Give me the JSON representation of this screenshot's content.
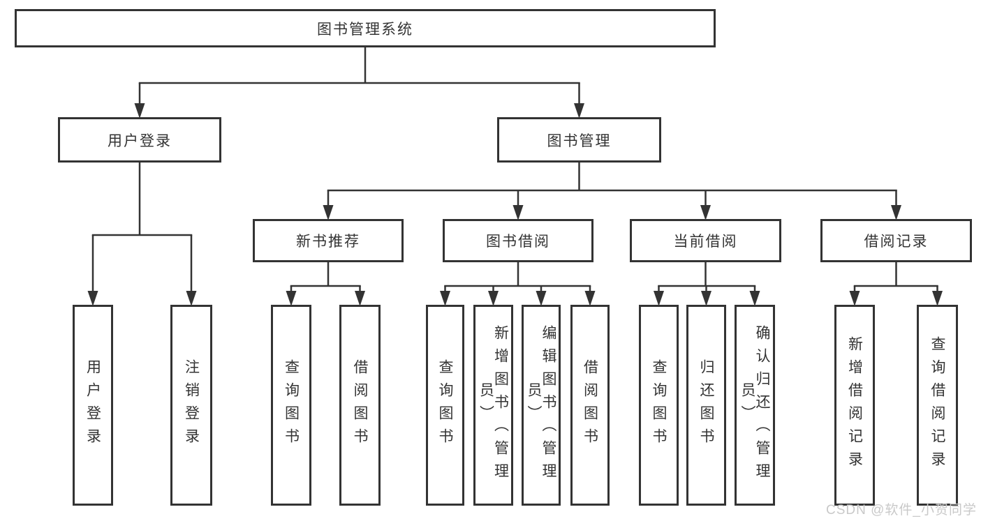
{
  "diagram": {
    "title": "图书管理系统",
    "watermark": "CSDN @软件_小贺同学",
    "colors": {
      "line": "#333333",
      "box_border": "#333333",
      "box_fill": "#ffffff",
      "text": "#333333",
      "watermark": "#c9c9c9"
    },
    "nodes": [
      {
        "id": "root",
        "label": "图书管理系统",
        "parent": null
      },
      {
        "id": "user-login",
        "label": "用户登录",
        "parent": "root"
      },
      {
        "id": "book-mgmt",
        "label": "图书管理",
        "parent": "root"
      },
      {
        "id": "new-book-rec",
        "label": "新书推荐",
        "parent": "book-mgmt"
      },
      {
        "id": "book-borrow",
        "label": "图书借阅",
        "parent": "book-mgmt"
      },
      {
        "id": "current-borrow",
        "label": "当前借阅",
        "parent": "book-mgmt"
      },
      {
        "id": "borrow-records",
        "label": "借阅记录",
        "parent": "book-mgmt"
      },
      {
        "id": "login-action",
        "label": "用户登录",
        "parent": "user-login"
      },
      {
        "id": "logout-action",
        "label": "注销登录",
        "parent": "user-login"
      },
      {
        "id": "query-books-recommend",
        "label": "查询图书",
        "parent": "new-book-rec"
      },
      {
        "id": "borrow-books-recommend",
        "label": "借阅图书",
        "parent": "new-book-rec"
      },
      {
        "id": "query-books-borrow",
        "label": "查询图书",
        "parent": "book-borrow"
      },
      {
        "id": "add-books-admin",
        "label": "新增图书（管理员）",
        "parent": "book-borrow"
      },
      {
        "id": "edit-books-admin",
        "label": "编辑图书（管理员）",
        "parent": "book-borrow"
      },
      {
        "id": "borrow-books-borrow",
        "label": "借阅图书",
        "parent": "book-borrow"
      },
      {
        "id": "query-books-current",
        "label": "查询图书",
        "parent": "current-borrow"
      },
      {
        "id": "return-books",
        "label": "归还图书",
        "parent": "current-borrow"
      },
      {
        "id": "confirm-return-admin",
        "label": "确认归还（管理员）",
        "parent": "current-borrow"
      },
      {
        "id": "add-borrow-record",
        "label": "新增借阅记录",
        "parent": "borrow-records"
      },
      {
        "id": "query-borrow-record",
        "label": "查询借阅记录",
        "parent": "borrow-records"
      }
    ]
  }
}
